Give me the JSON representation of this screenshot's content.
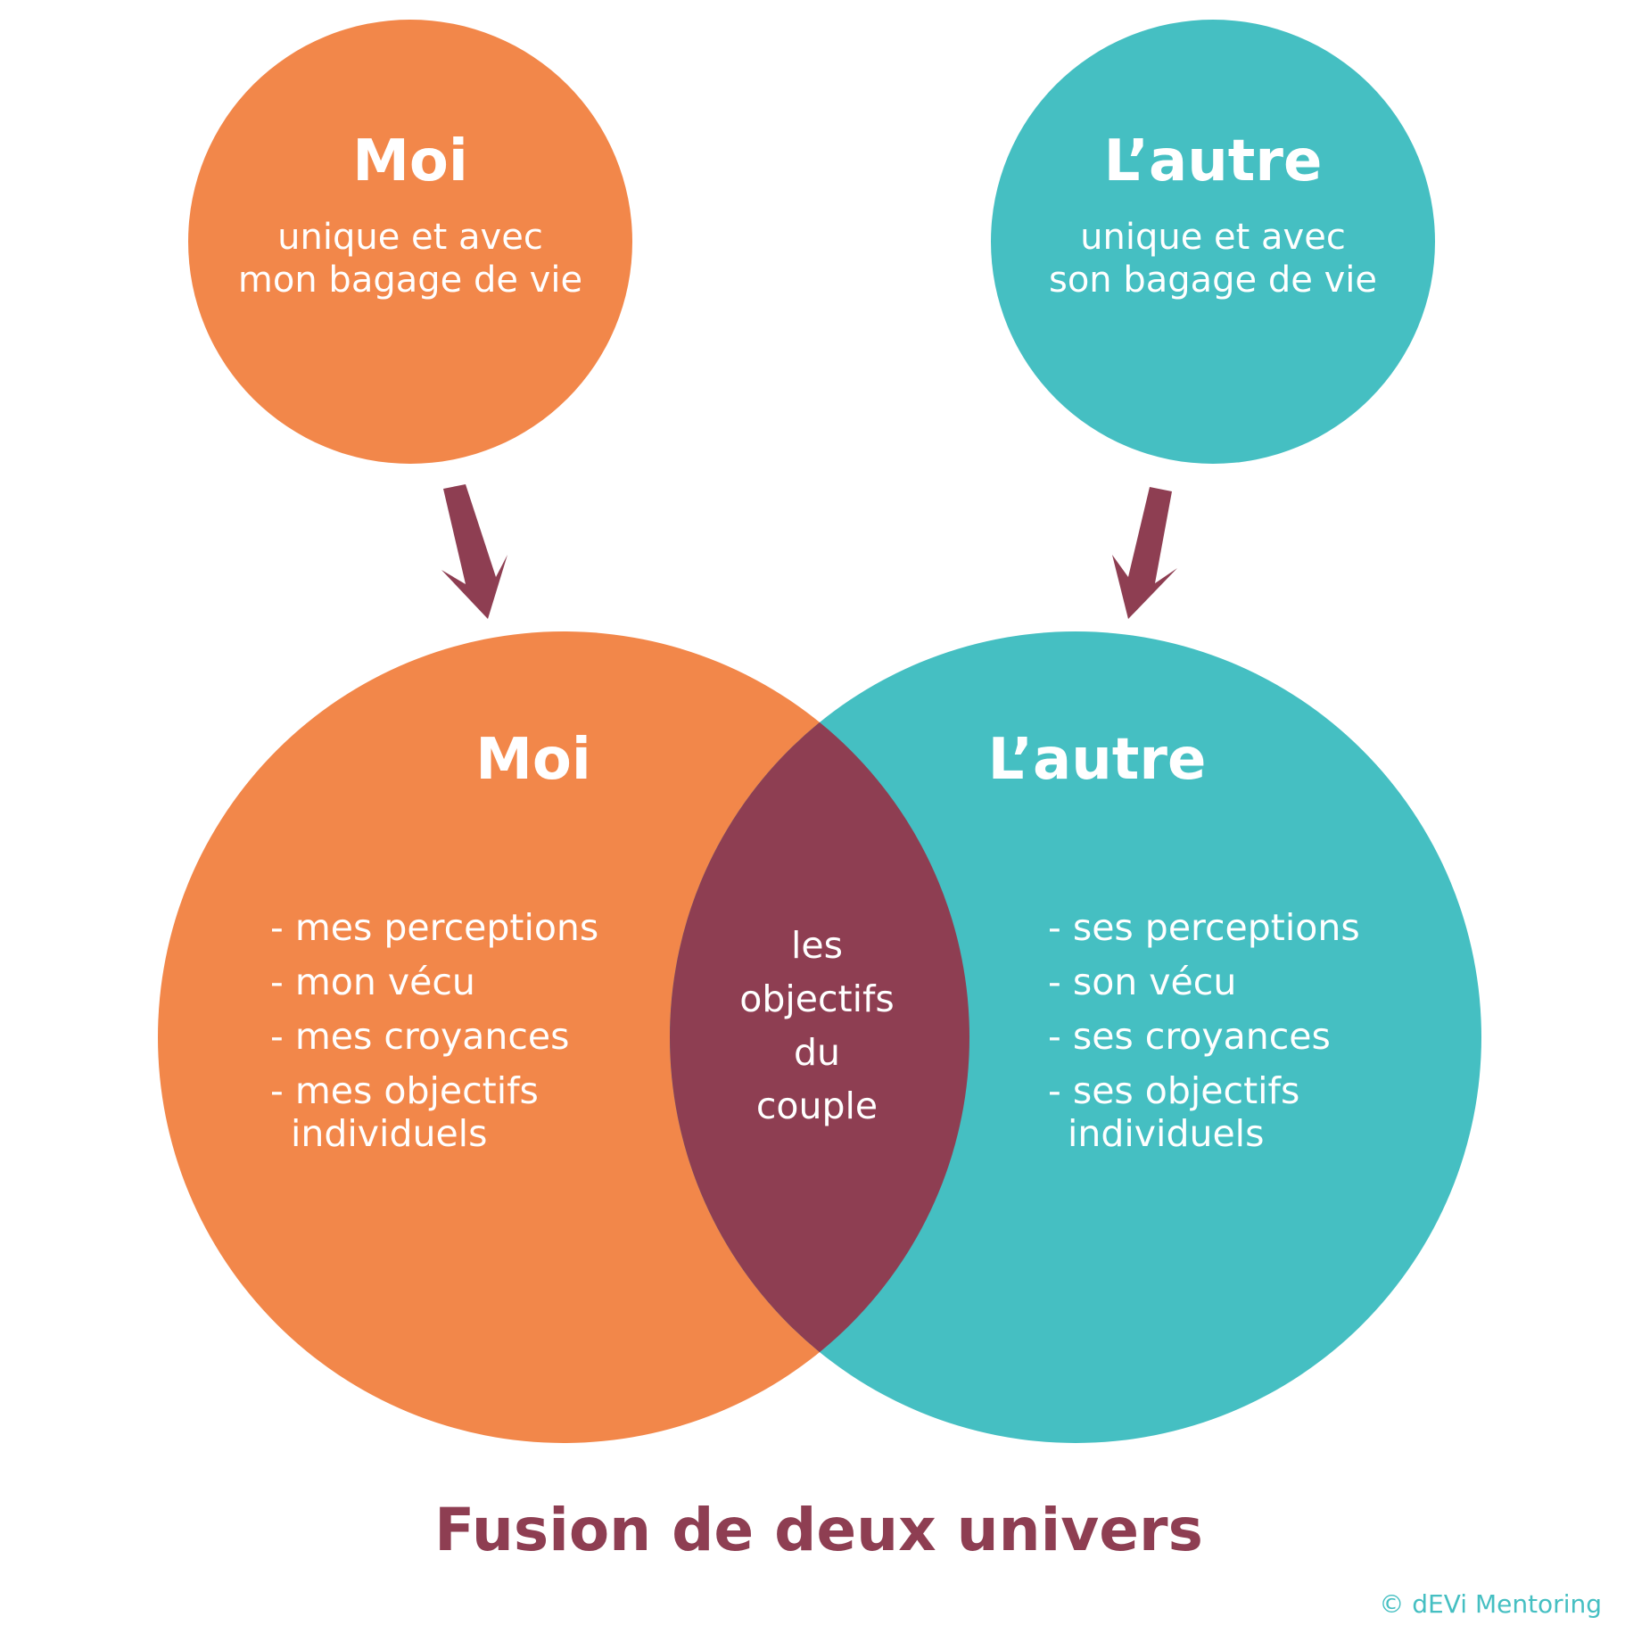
{
  "colors": {
    "orange": "#f2874a",
    "teal": "#45bfc2",
    "overlap": "#8e3e52",
    "arrow": "#8e3e52",
    "text_light": "#ffffff",
    "caption": "#8e3e52",
    "credit": "#45bfc2"
  },
  "top_left_circle": {
    "title": "Moi",
    "line1": "unique et avec",
    "line2": "mon bagage de vie"
  },
  "top_right_circle": {
    "title": "L’autre",
    "line1": "unique et avec",
    "line2": "son bagage de vie"
  },
  "venn": {
    "left": {
      "title": "Moi",
      "items": [
        "- mes perceptions",
        "- mon vécu",
        "- mes croyances",
        "- mes objectifs"
      ],
      "items_continuation": "individuels"
    },
    "right": {
      "title": "L’autre",
      "items": [
        "- ses perceptions",
        "- son vécu",
        "- ses croyances",
        "- ses objectifs"
      ],
      "items_continuation": "individuels"
    },
    "overlap": {
      "lines": [
        "les",
        "objectifs",
        "du",
        "couple"
      ]
    }
  },
  "caption": "Fusion de deux univers",
  "credit": "© dEVi Mentoring"
}
